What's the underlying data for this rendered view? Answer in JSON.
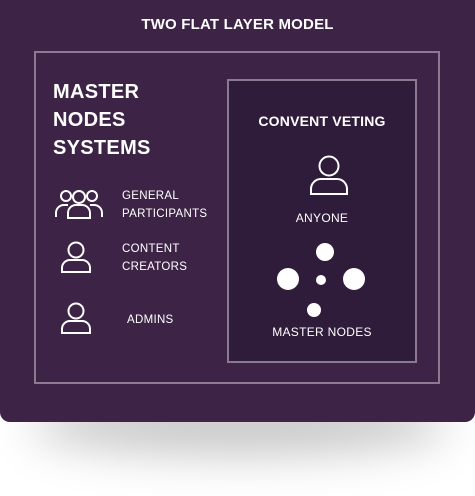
{
  "diagram": {
    "title": "TWO FLAT LAYER MODEL",
    "left_panel": {
      "title_lines": [
        "MASTER",
        "NODES",
        "SYSTEMS"
      ],
      "roles": [
        {
          "label_lines": [
            "GENERAL",
            "PARTICIPANTS"
          ],
          "icon": "group-users-icon"
        },
        {
          "label_lines": [
            "CONTENT",
            "CREATORS"
          ],
          "icon": "user-icon"
        },
        {
          "label_lines": [
            "ADMINS"
          ],
          "icon": "user-icon"
        }
      ]
    },
    "right_panel": {
      "title": "CONVENT VETING",
      "anyone_label": "ANYONE",
      "anyone_icon": "user-icon",
      "nodes_label": "MASTER NODES",
      "nodes_icon": "node-cluster-icon"
    }
  },
  "colors": {
    "background": "#3d2346",
    "inner_panel": "#2f1b3a",
    "border": "#8b7a91",
    "text": "#ffffff"
  }
}
